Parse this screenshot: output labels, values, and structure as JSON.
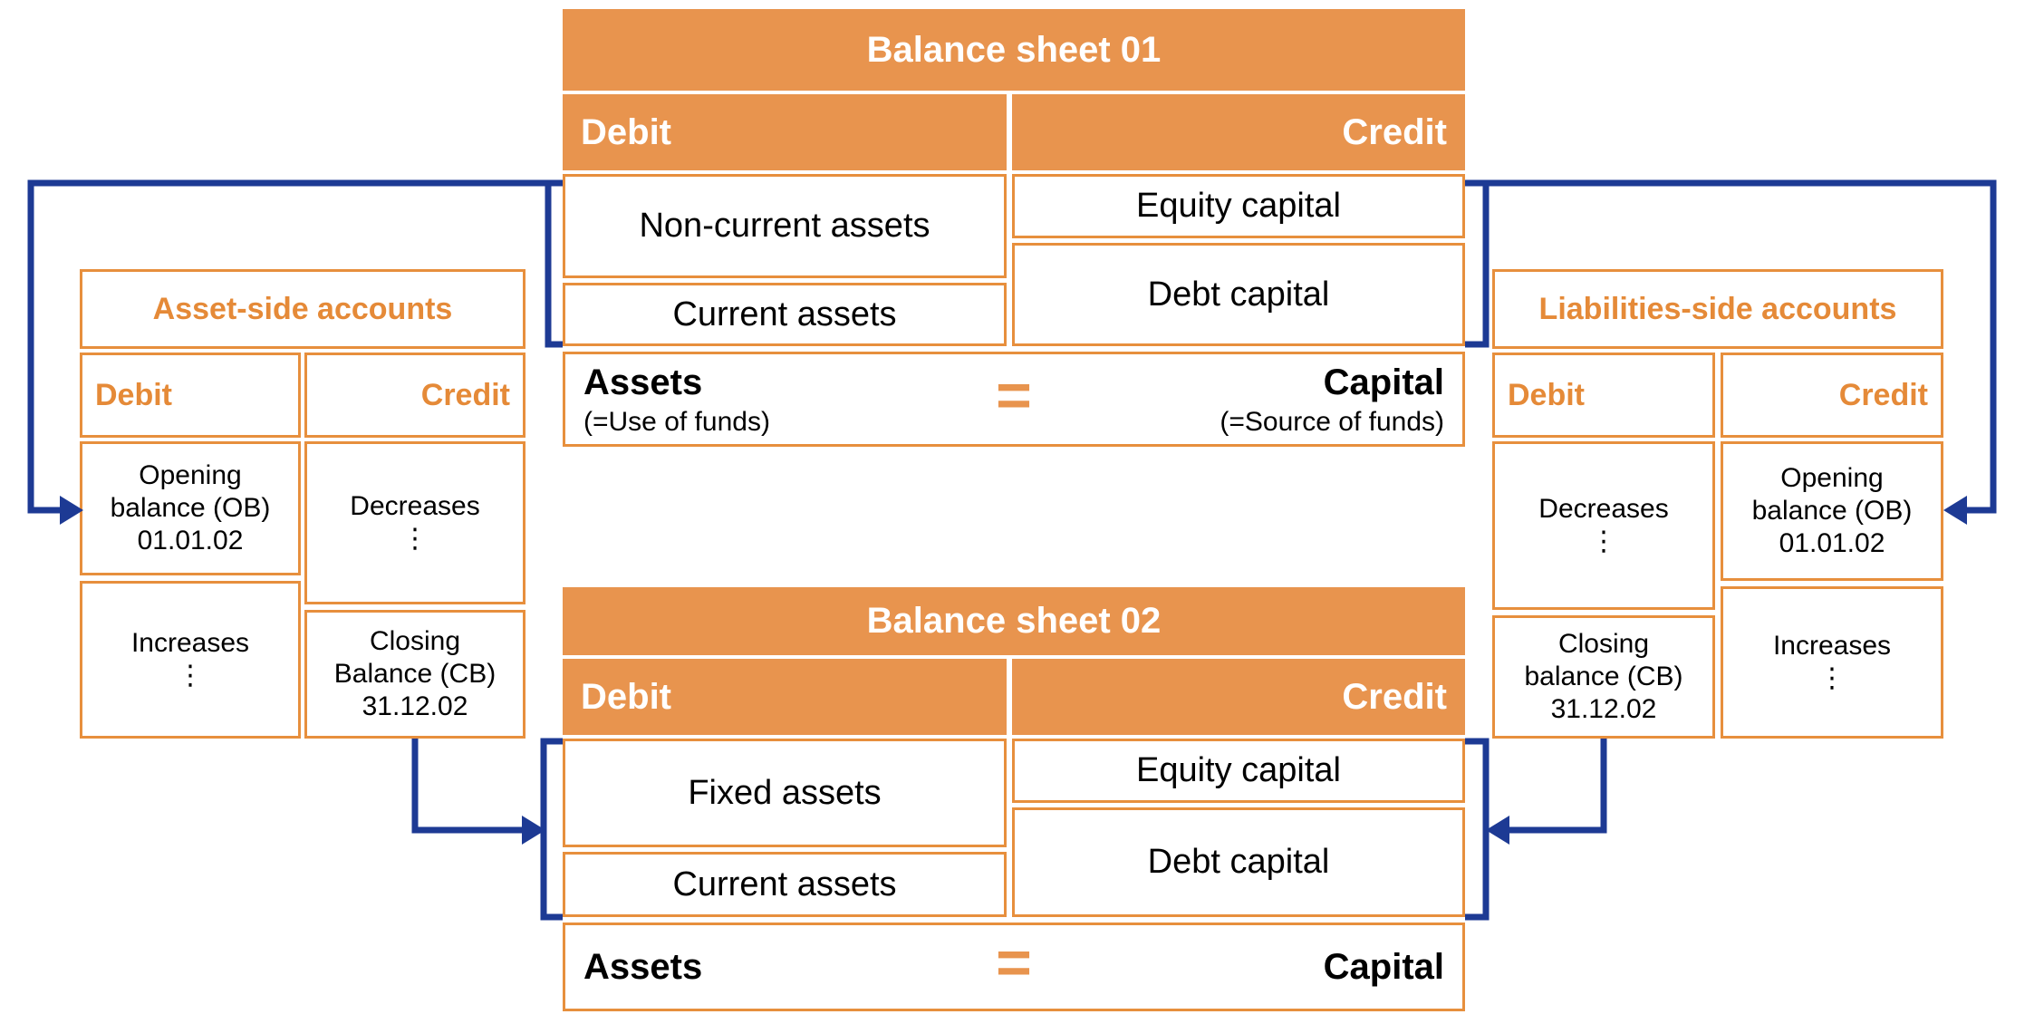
{
  "colors": {
    "orange_fill": "#E8944E",
    "orange_border": "#E78F3D",
    "orange_text": "#E58A38",
    "navy": "#1D3A94",
    "body_text": "#000000",
    "header_text": "#FFFFFF",
    "background": "#FFFFFF"
  },
  "balance_sheet_01": {
    "title": "Balance sheet 01",
    "debit_header": "Debit",
    "credit_header": "Credit",
    "debit_row_1": "Non-current assets",
    "debit_row_2": "Current assets",
    "credit_row_1": "Equity capital",
    "credit_row_2": "Debt capital",
    "equation": {
      "left": "Assets",
      "left_sub": "(=Use of funds)",
      "sign": "=",
      "right": "Capital",
      "right_sub": "(=Source of funds)"
    }
  },
  "balance_sheet_02": {
    "title": "Balance sheet 02",
    "debit_header": "Debit",
    "credit_header": "Credit",
    "debit_row_1": "Fixed assets",
    "debit_row_2": "Current assets",
    "credit_row_1": "Equity capital",
    "credit_row_2": "Debt capital",
    "equation": {
      "left": "Assets",
      "sign": "=",
      "right": "Capital"
    }
  },
  "asset_side_account": {
    "title": "Asset-side accounts",
    "debit_header": "Debit",
    "credit_header": "Credit",
    "debit_cell_1": "Opening\nbalance (OB)\n01.01.02",
    "debit_cell_2": "Increases\n⋮",
    "credit_cell_1": "Decreases\n⋮",
    "credit_cell_2": "Closing\nBalance (CB)\n31.12.02"
  },
  "liabilities_side_account": {
    "title": "Liabilities-side accounts",
    "debit_header": "Debit",
    "credit_header": "Credit",
    "debit_cell_1": "Decreases\n⋮",
    "debit_cell_2": "Closing\nbalance (CB)\n31.12.02",
    "credit_cell_1": "Opening\nbalance (OB)\n01.01.02",
    "credit_cell_2": "Increases\n⋮"
  }
}
